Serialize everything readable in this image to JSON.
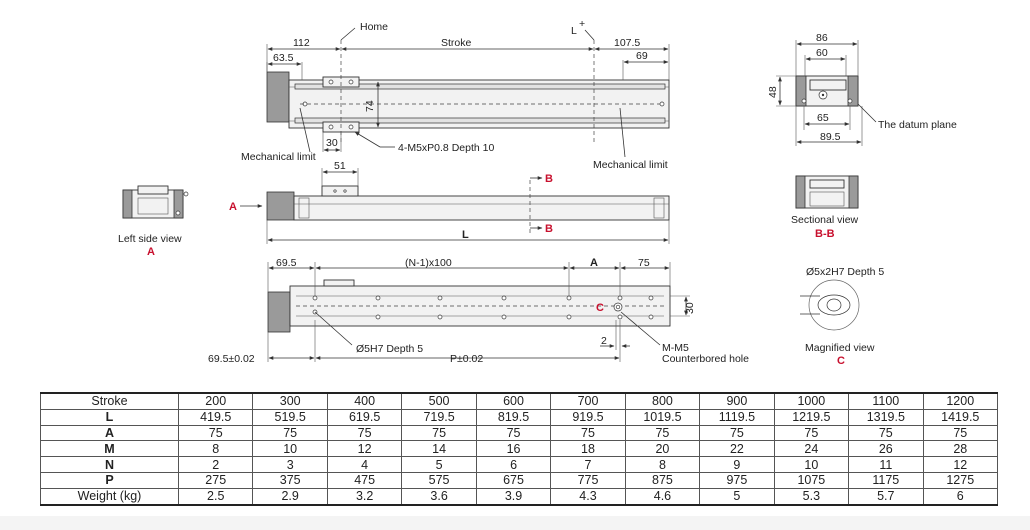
{
  "top_view": {
    "home": "Home",
    "l_plus": "L",
    "l_plus_sup": "+",
    "dim_112": "112",
    "dim_63_5": "63.5",
    "stroke": "Stroke",
    "dim_107_5": "107.5",
    "dim_69": "69",
    "dim_74": "74",
    "dim_30": "30",
    "mech_limit_left": "Mechanical limit",
    "mech_limit_right": "Mechanical limit",
    "tapped_holes": "4-M5xP0.8 Depth 10"
  },
  "middle_view": {
    "dim_51": "51",
    "arrow_a": "A",
    "section_b_top": "B",
    "section_b_bottom": "B",
    "dim_l": "L"
  },
  "bottom_view": {
    "dim_69_5": "69.5",
    "pitch": "(N-1)x100",
    "dim_a": "A",
    "dim_75": "75",
    "dim_30": "30",
    "marker_c": "C",
    "dim_2": "2",
    "pin_hole": "Ø5H7 Depth 5",
    "tol_69_5": "69.5±0.02",
    "tol_p": "P±0.02",
    "counterbore_1": "M-M5",
    "counterbore_2": "Counterbored hole"
  },
  "end_view": {
    "dim_86": "86",
    "dim_60": "60",
    "dim_48": "48",
    "dim_65": "65",
    "dim_89_5": "89.5",
    "datum": "The datum plane"
  },
  "left_side_view": {
    "label": "Left side view",
    "letter": "A"
  },
  "section_view": {
    "label": "Sectional view",
    "letter": "B-B"
  },
  "magnified_view": {
    "hole": "Ø5x2H7 Depth 5",
    "label": "Magnified view",
    "letter": "C"
  },
  "spec_table": {
    "rows": [
      {
        "header": "Stroke",
        "values": [
          "200",
          "300",
          "400",
          "500",
          "600",
          "700",
          "800",
          "900",
          "1000",
          "1100",
          "1200"
        ]
      },
      {
        "header": "L",
        "values": [
          "419.5",
          "519.5",
          "619.5",
          "719.5",
          "819.5",
          "919.5",
          "1019.5",
          "1119.5",
          "1219.5",
          "1319.5",
          "1419.5"
        ]
      },
      {
        "header": "A",
        "values": [
          "75",
          "75",
          "75",
          "75",
          "75",
          "75",
          "75",
          "75",
          "75",
          "75",
          "75"
        ]
      },
      {
        "header": "M",
        "values": [
          "8",
          "10",
          "12",
          "14",
          "16",
          "18",
          "20",
          "22",
          "24",
          "26",
          "28"
        ]
      },
      {
        "header": "N",
        "values": [
          "2",
          "3",
          "4",
          "5",
          "6",
          "7",
          "8",
          "9",
          "10",
          "11",
          "12"
        ]
      },
      {
        "header": "P",
        "values": [
          "275",
          "375",
          "475",
          "575",
          "675",
          "775",
          "875",
          "975",
          "1075",
          "1175",
          "1275"
        ]
      },
      {
        "header": "Weight (kg)",
        "values": [
          "2.5",
          "2.9",
          "3.2",
          "3.6",
          "3.9",
          "4.3",
          "4.6",
          "5",
          "5.3",
          "5.7",
          "6"
        ]
      }
    ]
  }
}
